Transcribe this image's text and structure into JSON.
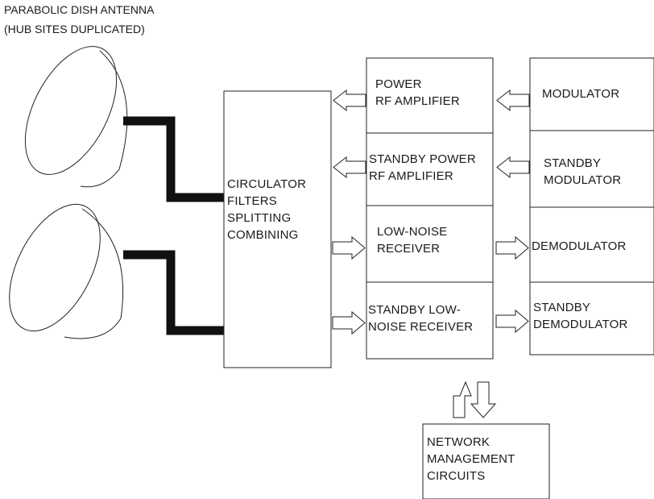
{
  "title": {
    "line1": "PARABOLIC DISH ANTENNA",
    "line2": "(HUB SITES DUPLICATED)"
  },
  "blocks": {
    "circulator": [
      "CIRCULATOR",
      "FILTERS",
      "SPLITTING",
      "COMBINING"
    ],
    "power_rf_amplifier": [
      "POWER",
      "RF AMPLIFIER"
    ],
    "standby_power_rf_amplifier": [
      "STANDBY POWER",
      "RF AMPLIFIER"
    ],
    "low_noise_receiver": [
      "LOW-NOISE",
      "RECEIVER"
    ],
    "standby_low_noise_receiver": [
      "STANDBY LOW-",
      "NOISE RECEIVER"
    ],
    "modulator": [
      "MODULATOR"
    ],
    "standby_modulator": [
      "STANDBY",
      "MODULATOR"
    ],
    "demodulator": [
      "DEMODULATOR"
    ],
    "standby_demodulator": [
      "STANDBY",
      "DEMODULATOR"
    ],
    "network_management": [
      "NETWORK",
      "MANAGEMENT",
      "CIRCUITS"
    ]
  }
}
